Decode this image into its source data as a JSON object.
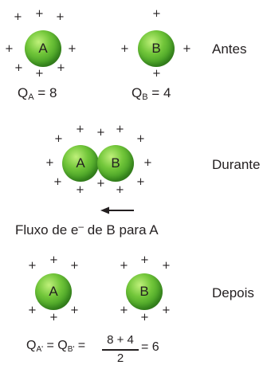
{
  "stages": {
    "before": "Antes",
    "during": "Durante",
    "after": "Depois"
  },
  "spheres": {
    "a_label": "A",
    "b_label": "B"
  },
  "charge_symbol": "+",
  "before_charges": {
    "qa_q": "Q",
    "qa_sub": "A",
    "qa_value": " = 8",
    "qb_q": "Q",
    "qb_sub": "B",
    "qb_value": " = 4"
  },
  "flux": {
    "prefix": "Fluxo de e",
    "superscript": "–",
    "suffix": " de B para A"
  },
  "final_equation": {
    "qa_q": "Q",
    "qa_sub": "A'",
    "eq1": " = ",
    "qb_q": "Q",
    "qb_sub": "B'",
    "eq2": " = ",
    "numerator": "8 + 4",
    "denominator": "2",
    "result": " = 6"
  },
  "colors": {
    "sphere_light": "#bff07a",
    "sphere_mid": "#72c63a",
    "sphere_dark": "#2a7418",
    "text": "#231f20"
  }
}
